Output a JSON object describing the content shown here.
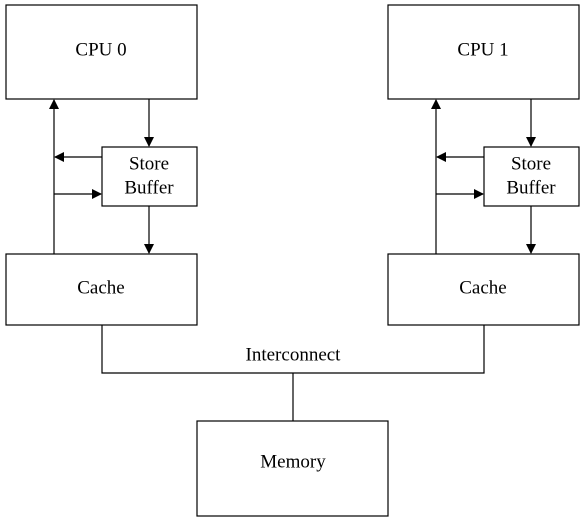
{
  "left": {
    "cpu": "CPU 0",
    "store_buffer_line1": "Store",
    "store_buffer_line2": "Buffer",
    "cache": "Cache"
  },
  "right": {
    "cpu": "CPU 1",
    "store_buffer_line1": "Store",
    "store_buffer_line2": "Buffer",
    "cache": "Cache"
  },
  "interconnect": "Interconnect",
  "memory": "Memory",
  "colors": {
    "stroke": "#000000",
    "background": "#ffffff"
  }
}
